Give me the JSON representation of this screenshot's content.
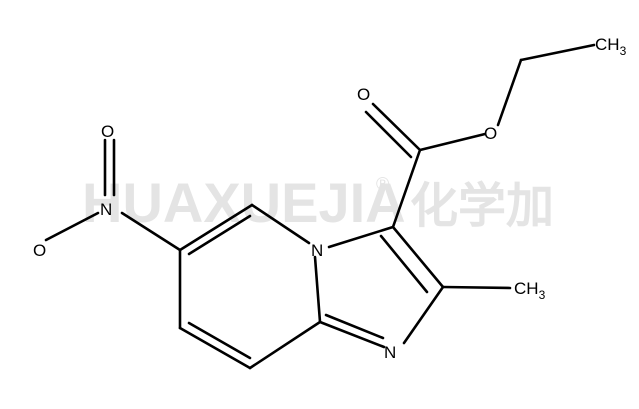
{
  "watermark": {
    "latin": "HUAXUEJIA",
    "registered": "®",
    "chinese": "化学加"
  },
  "molecule": {
    "atoms": {
      "o_carbonyl": "O",
      "o_ester": "O",
      "o_nitro_top": "O",
      "o_nitro_left": "O",
      "n_nitro": "N",
      "n_ring_bridge": "N",
      "n_ring_imine": "N",
      "ch3_ethyl_main": "CH",
      "ch3_ethyl_sub": "3",
      "ch3_methyl_main": "CH",
      "ch3_methyl_sub": "3"
    }
  },
  "colors": {
    "bond": "#000000",
    "watermark": "#e4e4e4"
  }
}
